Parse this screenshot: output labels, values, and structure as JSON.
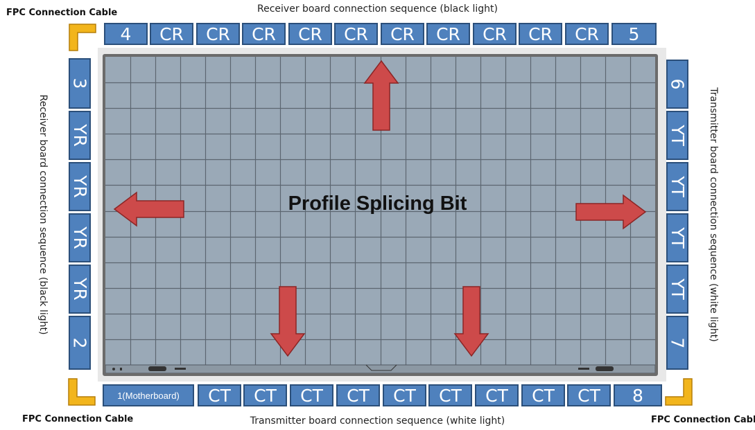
{
  "labels": {
    "fpc_top_left": "FPC Connection Cable",
    "fpc_bottom_left": "FPC Connection Cable",
    "fpc_bottom_right": "FPC Connection Cable",
    "top_sequence": "Receiver board connection sequence (black light)",
    "left_sequence": "Receiver board connection sequence (black light)",
    "right_sequence": "Transmitter board connection sequence (white light)",
    "bottom_sequence": "Transmitter board connection sequence (white light)"
  },
  "panel": {
    "center_label": "Profile Splicing Bit"
  },
  "top_row": [
    "4",
    "CR",
    "CR",
    "CR",
    "CR",
    "CR",
    "CR",
    "CR",
    "CR",
    "CR",
    "CR",
    "5"
  ],
  "left_col": [
    "3",
    "YR",
    "YR",
    "YR",
    "YR",
    "2"
  ],
  "right_col": [
    "6",
    "YT",
    "YT",
    "YT",
    "YT",
    "7"
  ],
  "bottom_row": [
    "1(Motherboard)",
    "CT",
    "CT",
    "CT",
    "CT",
    "CT",
    "CT",
    "CT",
    "CT",
    "CT",
    "8"
  ],
  "colors": {
    "tile_fill": "#4f81bd",
    "tile_border": "#2b4f7a",
    "arrow_fill": "#cd4a4a",
    "arrow_stroke": "#8b2525",
    "fpc_cable": "#f2b51c",
    "panel_fill": "#9aa9b7",
    "grid_line": "#5c6670"
  },
  "icons": {
    "arrows": [
      "arrow-up-icon",
      "arrow-left-icon",
      "arrow-right-icon",
      "arrow-down-icon",
      "arrow-down-icon"
    ],
    "fpc": "fpc-cable-icon"
  }
}
